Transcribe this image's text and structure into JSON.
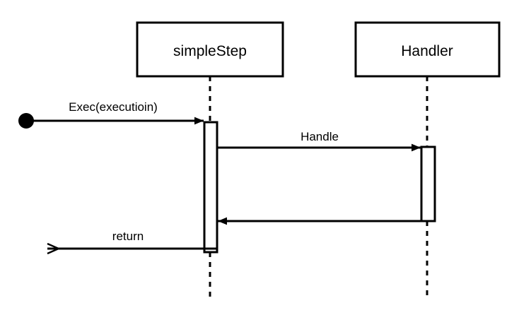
{
  "diagram": {
    "type": "uml-sequence-diagram",
    "background_color": "#ffffff",
    "stroke_color": "#000000",
    "participants": [
      {
        "id": "simpleStep",
        "label": "simpleStep"
      },
      {
        "id": "handler",
        "label": "Handler"
      }
    ],
    "start_marker": {
      "kind": "filled-circle",
      "label": ""
    },
    "messages": [
      {
        "index": 1,
        "label": "Exec(executioin)",
        "from": "start",
        "to": "simpleStep",
        "arrow": "solid-filled",
        "direction": "right"
      },
      {
        "index": 2,
        "label": "Handle",
        "from": "simpleStep",
        "to": "handler",
        "arrow": "solid-filled",
        "direction": "right"
      },
      {
        "index": 3,
        "label": "",
        "from": "handler",
        "to": "simpleStep",
        "arrow": "solid-filled",
        "direction": "left"
      },
      {
        "index": 4,
        "label": "return",
        "from": "simpleStep",
        "to": "start",
        "arrow": "open-stick",
        "direction": "left"
      }
    ]
  }
}
